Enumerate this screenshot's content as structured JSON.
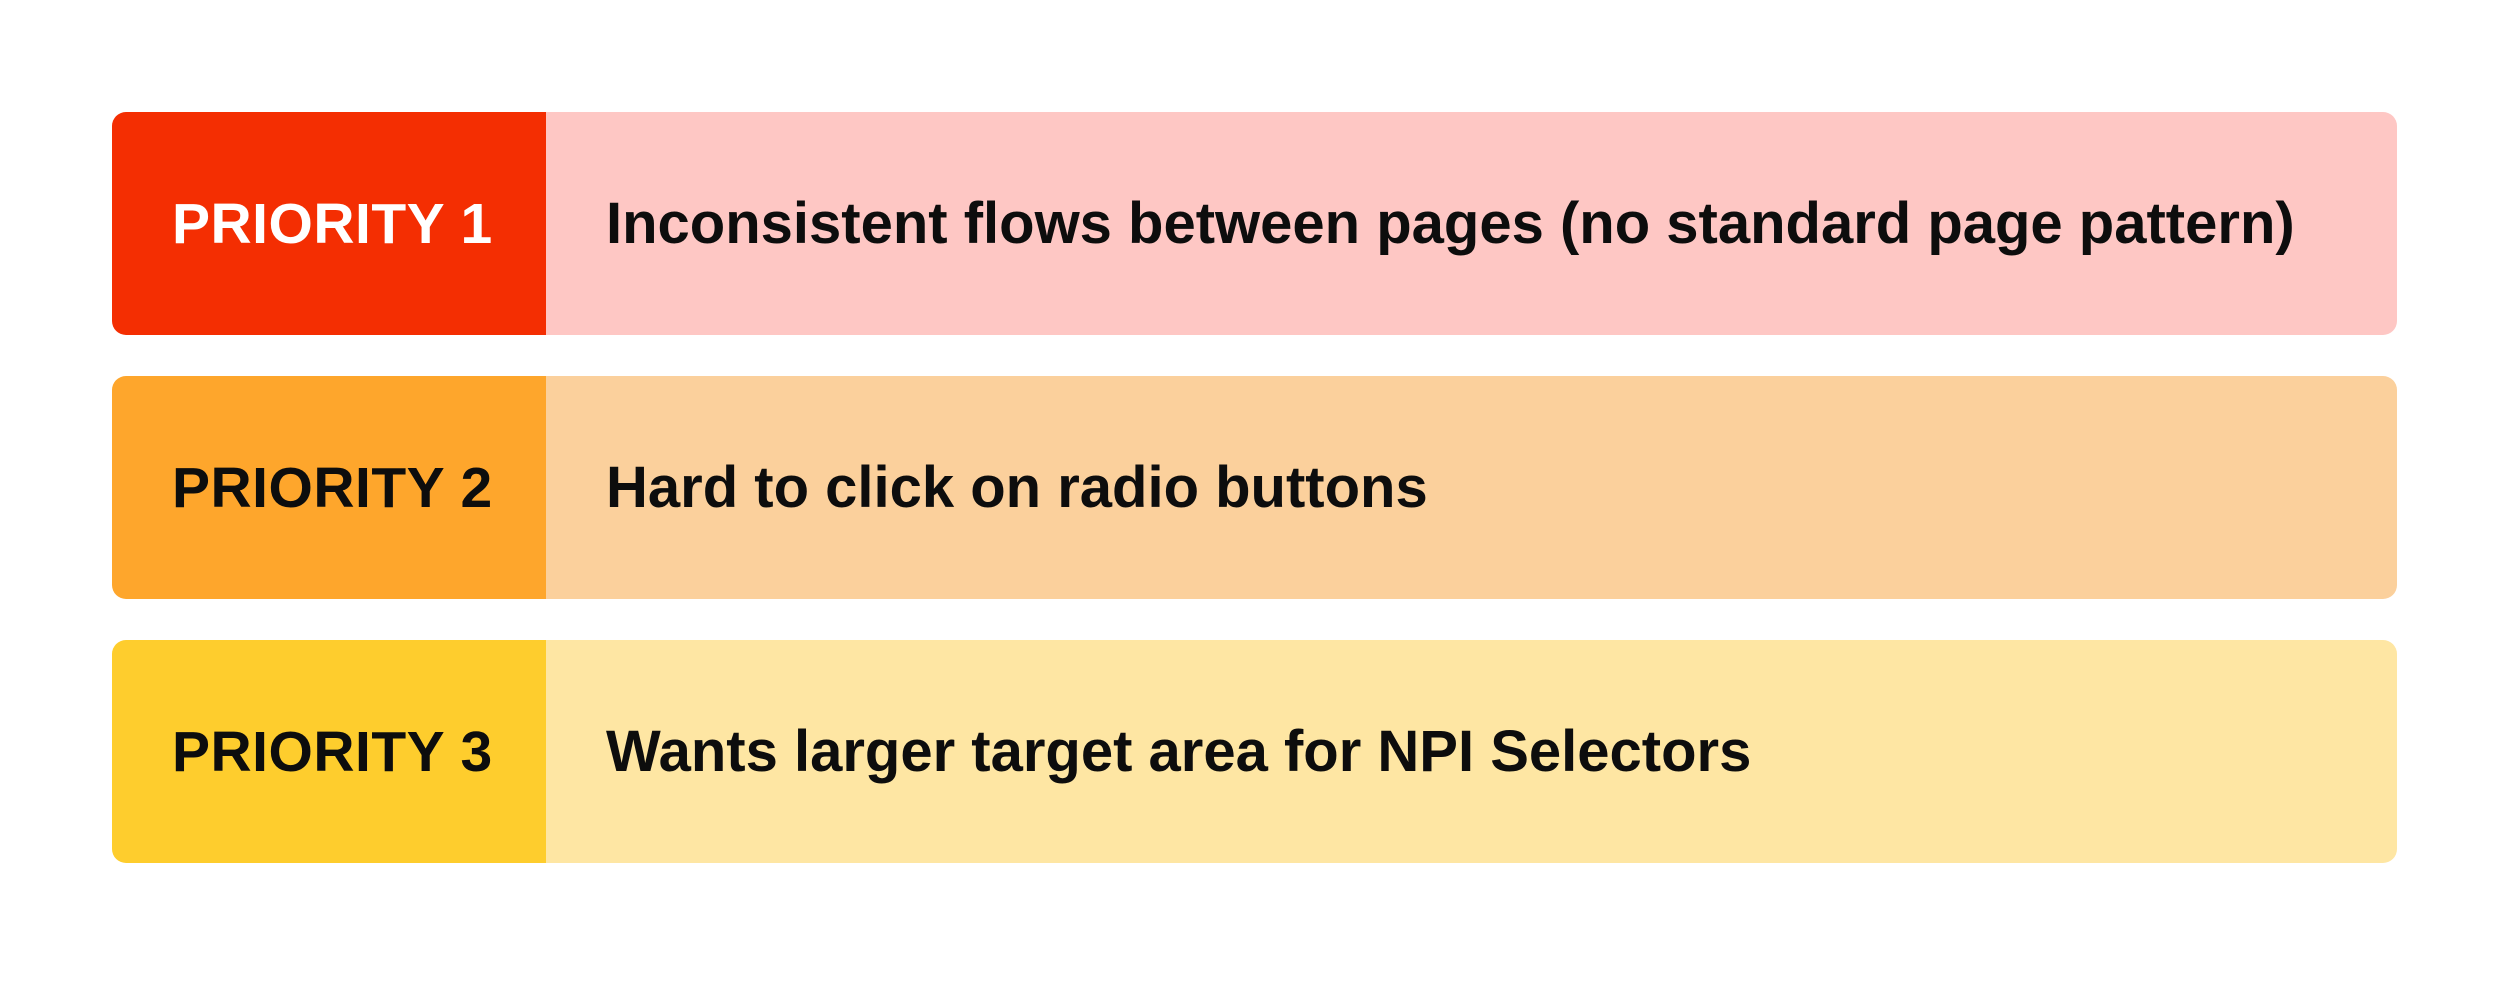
{
  "priorities": [
    {
      "label": "PRIORITY 1",
      "text": "Inconsistent flows between pages (no standard page pattern)",
      "label_bg": "#f42e02",
      "label_color": "#ffffff",
      "text_bg": "#fec7c4"
    },
    {
      "label": "PRIORITY 2",
      "text": "Hard to click on radio buttons",
      "label_bg": "#fea62c",
      "label_color": "#0d0d0d",
      "text_bg": "#fbd09c"
    },
    {
      "label": "PRIORITY 3",
      "text": "Wants larger target area for NPI Selectors",
      "label_bg": "#fecd2d",
      "label_color": "#0d0d0d",
      "text_bg": "#fee6a3"
    }
  ]
}
